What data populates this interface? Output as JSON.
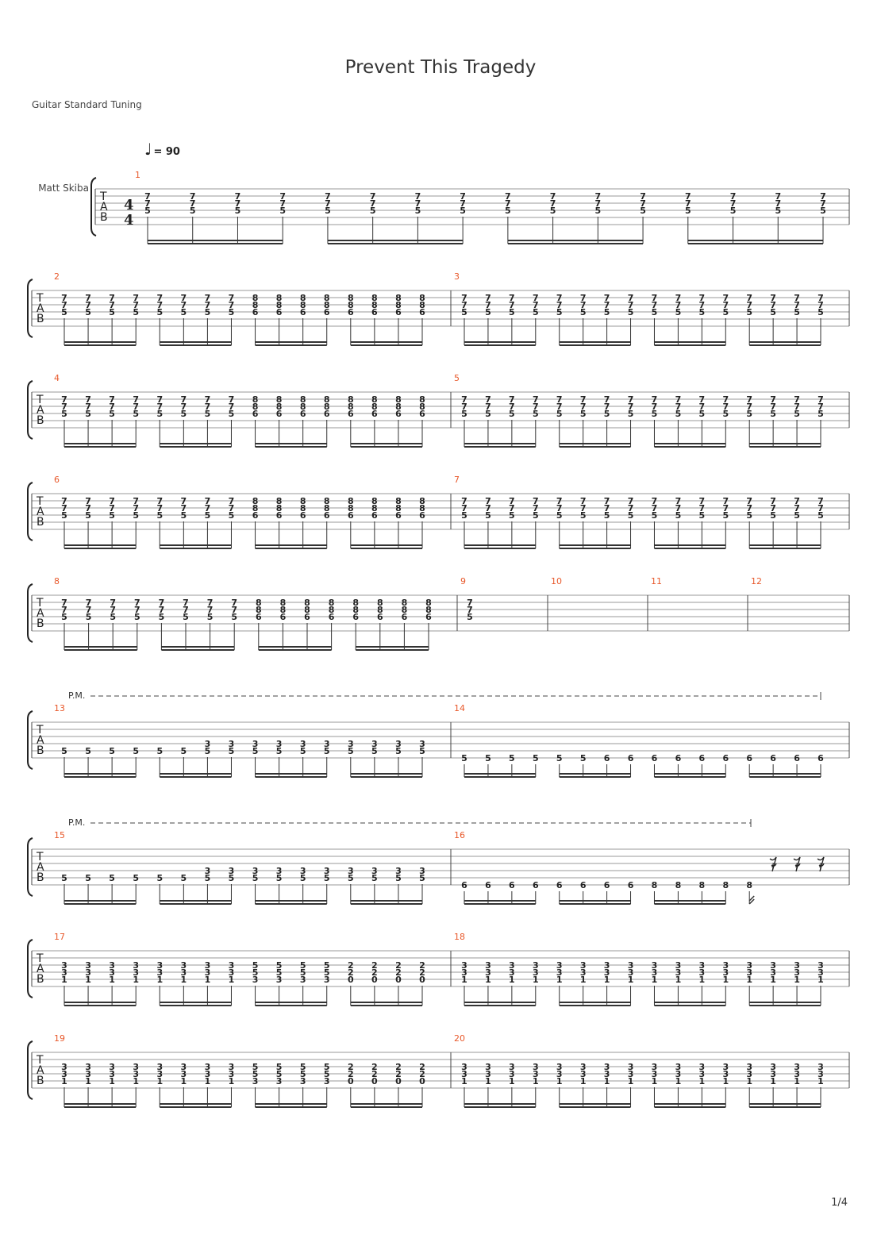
{
  "title": "Prevent This Tragedy",
  "tuning_label": "Guitar Standard Tuning",
  "tempo": {
    "note_glyph": "♩",
    "label": "= 90"
  },
  "instrument_name": "Matt Skiba",
  "time_signature": {
    "top": "4",
    "bottom": "4"
  },
  "tab_letters": [
    "T",
    "A",
    "B"
  ],
  "palm_mute_label": "P.M.",
  "page_number": "1/4",
  "colors": {
    "measure_number": "#e8582a",
    "staff_line": "#888888",
    "ink": "#222222"
  },
  "measures": [
    {
      "n": "1",
      "chords": [
        [
          "7",
          "7",
          "5"
        ],
        [
          "7",
          "7",
          "5"
        ],
        [
          "7",
          "7",
          "5"
        ],
        [
          "7",
          "7",
          "5"
        ],
        [
          "7",
          "7",
          "5"
        ],
        [
          "7",
          "7",
          "5"
        ],
        [
          "7",
          "7",
          "5"
        ],
        [
          "7",
          "7",
          "5"
        ],
        [
          "7",
          "7",
          "5"
        ],
        [
          "7",
          "7",
          "5"
        ],
        [
          "7",
          "7",
          "5"
        ],
        [
          "7",
          "7",
          "5"
        ],
        [
          "7",
          "7",
          "5"
        ],
        [
          "7",
          "7",
          "5"
        ],
        [
          "7",
          "7",
          "5"
        ],
        [
          "7",
          "7",
          "5"
        ]
      ],
      "strings": [
        2,
        3,
        4
      ]
    },
    {
      "n": "2",
      "strings": [
        2,
        3,
        4
      ],
      "chords": [
        [
          "7",
          "7",
          "5"
        ],
        [
          "7",
          "7",
          "5"
        ],
        [
          "7",
          "7",
          "5"
        ],
        [
          "7",
          "7",
          "5"
        ],
        [
          "7",
          "7",
          "5"
        ],
        [
          "7",
          "7",
          "5"
        ],
        [
          "7",
          "7",
          "5"
        ],
        [
          "7",
          "7",
          "5"
        ],
        [
          "8",
          "8",
          "6"
        ],
        [
          "8",
          "8",
          "6"
        ],
        [
          "8",
          "8",
          "6"
        ],
        [
          "8",
          "8",
          "6"
        ],
        [
          "8",
          "8",
          "6"
        ],
        [
          "8",
          "8",
          "6"
        ],
        [
          "8",
          "8",
          "6"
        ],
        [
          "8",
          "8",
          "6"
        ]
      ]
    },
    {
      "n": "3",
      "strings": [
        2,
        3,
        4
      ],
      "chords": [
        [
          "7",
          "7",
          "5"
        ],
        [
          "7",
          "7",
          "5"
        ],
        [
          "7",
          "7",
          "5"
        ],
        [
          "7",
          "7",
          "5"
        ],
        [
          "7",
          "7",
          "5"
        ],
        [
          "7",
          "7",
          "5"
        ],
        [
          "7",
          "7",
          "5"
        ],
        [
          "7",
          "7",
          "5"
        ],
        [
          "7",
          "7",
          "5"
        ],
        [
          "7",
          "7",
          "5"
        ],
        [
          "7",
          "7",
          "5"
        ],
        [
          "7",
          "7",
          "5"
        ],
        [
          "7",
          "7",
          "5"
        ],
        [
          "7",
          "7",
          "5"
        ],
        [
          "7",
          "7",
          "5"
        ],
        [
          "7",
          "7",
          "5"
        ]
      ]
    },
    {
      "n": "4",
      "strings": [
        2,
        3,
        4
      ],
      "chords": [
        [
          "7",
          "7",
          "5"
        ],
        [
          "7",
          "7",
          "5"
        ],
        [
          "7",
          "7",
          "5"
        ],
        [
          "7",
          "7",
          "5"
        ],
        [
          "7",
          "7",
          "5"
        ],
        [
          "7",
          "7",
          "5"
        ],
        [
          "7",
          "7",
          "5"
        ],
        [
          "7",
          "7",
          "5"
        ],
        [
          "8",
          "8",
          "6"
        ],
        [
          "8",
          "8",
          "6"
        ],
        [
          "8",
          "8",
          "6"
        ],
        [
          "8",
          "8",
          "6"
        ],
        [
          "8",
          "8",
          "6"
        ],
        [
          "8",
          "8",
          "6"
        ],
        [
          "8",
          "8",
          "6"
        ],
        [
          "8",
          "8",
          "6"
        ]
      ]
    },
    {
      "n": "5",
      "strings": [
        2,
        3,
        4
      ],
      "chords": [
        [
          "7",
          "7",
          "5"
        ],
        [
          "7",
          "7",
          "5"
        ],
        [
          "7",
          "7",
          "5"
        ],
        [
          "7",
          "7",
          "5"
        ],
        [
          "7",
          "7",
          "5"
        ],
        [
          "7",
          "7",
          "5"
        ],
        [
          "7",
          "7",
          "5"
        ],
        [
          "7",
          "7",
          "5"
        ],
        [
          "7",
          "7",
          "5"
        ],
        [
          "7",
          "7",
          "5"
        ],
        [
          "7",
          "7",
          "5"
        ],
        [
          "7",
          "7",
          "5"
        ],
        [
          "7",
          "7",
          "5"
        ],
        [
          "7",
          "7",
          "5"
        ],
        [
          "7",
          "7",
          "5"
        ],
        [
          "7",
          "7",
          "5"
        ]
      ]
    },
    {
      "n": "6",
      "strings": [
        2,
        3,
        4
      ],
      "chords": [
        [
          "7",
          "7",
          "5"
        ],
        [
          "7",
          "7",
          "5"
        ],
        [
          "7",
          "7",
          "5"
        ],
        [
          "7",
          "7",
          "5"
        ],
        [
          "7",
          "7",
          "5"
        ],
        [
          "7",
          "7",
          "5"
        ],
        [
          "7",
          "7",
          "5"
        ],
        [
          "7",
          "7",
          "5"
        ],
        [
          "8",
          "8",
          "6"
        ],
        [
          "8",
          "8",
          "6"
        ],
        [
          "8",
          "8",
          "6"
        ],
        [
          "8",
          "8",
          "6"
        ],
        [
          "8",
          "8",
          "6"
        ],
        [
          "8",
          "8",
          "6"
        ],
        [
          "8",
          "8",
          "6"
        ],
        [
          "8",
          "8",
          "6"
        ]
      ]
    },
    {
      "n": "7",
      "strings": [
        2,
        3,
        4
      ],
      "chords": [
        [
          "7",
          "7",
          "5"
        ],
        [
          "7",
          "7",
          "5"
        ],
        [
          "7",
          "7",
          "5"
        ],
        [
          "7",
          "7",
          "5"
        ],
        [
          "7",
          "7",
          "5"
        ],
        [
          "7",
          "7",
          "5"
        ],
        [
          "7",
          "7",
          "5"
        ],
        [
          "7",
          "7",
          "5"
        ],
        [
          "7",
          "7",
          "5"
        ],
        [
          "7",
          "7",
          "5"
        ],
        [
          "7",
          "7",
          "5"
        ],
        [
          "7",
          "7",
          "5"
        ],
        [
          "7",
          "7",
          "5"
        ],
        [
          "7",
          "7",
          "5"
        ],
        [
          "7",
          "7",
          "5"
        ],
        [
          "7",
          "7",
          "5"
        ]
      ]
    },
    {
      "n": "8",
      "strings": [
        2,
        3,
        4
      ],
      "chords": [
        [
          "7",
          "7",
          "5"
        ],
        [
          "7",
          "7",
          "5"
        ],
        [
          "7",
          "7",
          "5"
        ],
        [
          "7",
          "7",
          "5"
        ],
        [
          "7",
          "7",
          "5"
        ],
        [
          "7",
          "7",
          "5"
        ],
        [
          "7",
          "7",
          "5"
        ],
        [
          "7",
          "7",
          "5"
        ],
        [
          "8",
          "8",
          "6"
        ],
        [
          "8",
          "8",
          "6"
        ],
        [
          "8",
          "8",
          "6"
        ],
        [
          "8",
          "8",
          "6"
        ],
        [
          "8",
          "8",
          "6"
        ],
        [
          "8",
          "8",
          "6"
        ],
        [
          "8",
          "8",
          "6"
        ],
        [
          "8",
          "8",
          "6"
        ]
      ]
    },
    {
      "n": "9",
      "strings": [
        2,
        3,
        4
      ],
      "chords": [
        [
          "7",
          "7",
          "5"
        ]
      ]
    },
    {
      "n": "10",
      "strings": [],
      "chords": []
    },
    {
      "n": "11",
      "strings": [],
      "chords": []
    },
    {
      "n": "12",
      "strings": [],
      "chords": []
    },
    {
      "n": "13",
      "chords": [
        [
          "",
          "5"
        ],
        [
          "",
          "5"
        ],
        [
          "",
          "5"
        ],
        [
          "",
          "5"
        ],
        [
          "",
          "5"
        ],
        [
          "",
          "5"
        ],
        [
          "3",
          "5"
        ],
        [
          "3",
          "5"
        ],
        [
          "3",
          "5"
        ],
        [
          "3",
          "5"
        ],
        [
          "3",
          "5"
        ],
        [
          "3",
          "5"
        ],
        [
          "3",
          "5"
        ],
        [
          "3",
          "5"
        ],
        [
          "3",
          "5"
        ],
        [
          "3",
          "5"
        ]
      ],
      "strings": [
        4,
        5
      ]
    },
    {
      "n": "14",
      "strings": [
        6
      ],
      "chords": [
        [
          "5"
        ],
        [
          "5"
        ],
        [
          "5"
        ],
        [
          "5"
        ],
        [
          "5"
        ],
        [
          "5"
        ],
        [
          "6"
        ],
        [
          "6"
        ],
        [
          "6"
        ],
        [
          "6"
        ],
        [
          "6"
        ],
        [
          "6"
        ],
        [
          "6"
        ],
        [
          "6"
        ],
        [
          "6"
        ],
        [
          "6"
        ]
      ]
    },
    {
      "n": "15",
      "strings": [
        4,
        5
      ],
      "chords": [
        [
          "",
          "5"
        ],
        [
          "",
          "5"
        ],
        [
          "",
          "5"
        ],
        [
          "",
          "5"
        ],
        [
          "",
          "5"
        ],
        [
          "",
          "5"
        ],
        [
          "3",
          "5"
        ],
        [
          "3",
          "5"
        ],
        [
          "3",
          "5"
        ],
        [
          "3",
          "5"
        ],
        [
          "3",
          "5"
        ],
        [
          "3",
          "5"
        ],
        [
          "3",
          "5"
        ],
        [
          "3",
          "5"
        ],
        [
          "3",
          "5"
        ],
        [
          "3",
          "5"
        ]
      ]
    },
    {
      "n": "16",
      "strings": [
        6
      ],
      "chords": [
        [
          "6"
        ],
        [
          "6"
        ],
        [
          "6"
        ],
        [
          "6"
        ],
        [
          "6"
        ],
        [
          "6"
        ],
        [
          "6"
        ],
        [
          "6"
        ],
        [
          "8"
        ],
        [
          "8"
        ],
        [
          "8"
        ],
        [
          "8"
        ],
        [
          "8"
        ]
      ],
      "rests": 3
    },
    {
      "n": "17",
      "strings": [
        3,
        4,
        5
      ],
      "chords": [
        [
          "3",
          "3",
          "1"
        ],
        [
          "3",
          "3",
          "1"
        ],
        [
          "3",
          "3",
          "1"
        ],
        [
          "3",
          "3",
          "1"
        ],
        [
          "3",
          "3",
          "1"
        ],
        [
          "3",
          "3",
          "1"
        ],
        [
          "3",
          "3",
          "1"
        ],
        [
          "3",
          "3",
          "1"
        ],
        [
          "5",
          "5",
          "3"
        ],
        [
          "5",
          "5",
          "3"
        ],
        [
          "5",
          "5",
          "3"
        ],
        [
          "5",
          "5",
          "3"
        ],
        [
          "2",
          "2",
          "0"
        ],
        [
          "2",
          "2",
          "0"
        ],
        [
          "2",
          "2",
          "0"
        ],
        [
          "2",
          "2",
          "0"
        ]
      ]
    },
    {
      "n": "18",
      "strings": [
        3,
        4,
        5
      ],
      "chords": [
        [
          "3",
          "3",
          "1"
        ],
        [
          "3",
          "3",
          "1"
        ],
        [
          "3",
          "3",
          "1"
        ],
        [
          "3",
          "3",
          "1"
        ],
        [
          "3",
          "3",
          "1"
        ],
        [
          "3",
          "3",
          "1"
        ],
        [
          "3",
          "3",
          "1"
        ],
        [
          "3",
          "3",
          "1"
        ],
        [
          "3",
          "3",
          "1"
        ],
        [
          "3",
          "3",
          "1"
        ],
        [
          "3",
          "3",
          "1"
        ],
        [
          "3",
          "3",
          "1"
        ],
        [
          "3",
          "3",
          "1"
        ],
        [
          "3",
          "3",
          "1"
        ],
        [
          "3",
          "3",
          "1"
        ],
        [
          "3",
          "3",
          "1"
        ]
      ]
    },
    {
      "n": "19",
      "strings": [
        3,
        4,
        5
      ],
      "chords": [
        [
          "3",
          "3",
          "1"
        ],
        [
          "3",
          "3",
          "1"
        ],
        [
          "3",
          "3",
          "1"
        ],
        [
          "3",
          "3",
          "1"
        ],
        [
          "3",
          "3",
          "1"
        ],
        [
          "3",
          "3",
          "1"
        ],
        [
          "3",
          "3",
          "1"
        ],
        [
          "3",
          "3",
          "1"
        ],
        [
          "5",
          "5",
          "3"
        ],
        [
          "5",
          "5",
          "3"
        ],
        [
          "5",
          "5",
          "3"
        ],
        [
          "5",
          "5",
          "3"
        ],
        [
          "2",
          "2",
          "0"
        ],
        [
          "2",
          "2",
          "0"
        ],
        [
          "2",
          "2",
          "0"
        ],
        [
          "2",
          "2",
          "0"
        ]
      ]
    },
    {
      "n": "20",
      "strings": [
        3,
        4,
        5
      ],
      "chords": [
        [
          "3",
          "3",
          "1"
        ],
        [
          "3",
          "3",
          "1"
        ],
        [
          "3",
          "3",
          "1"
        ],
        [
          "3",
          "3",
          "1"
        ],
        [
          "3",
          "3",
          "1"
        ],
        [
          "3",
          "3",
          "1"
        ],
        [
          "3",
          "3",
          "1"
        ],
        [
          "3",
          "3",
          "1"
        ],
        [
          "3",
          "3",
          "1"
        ],
        [
          "3",
          "3",
          "1"
        ],
        [
          "3",
          "3",
          "1"
        ],
        [
          "3",
          "3",
          "1"
        ],
        [
          "3",
          "3",
          "1"
        ],
        [
          "3",
          "3",
          "1"
        ],
        [
          "3",
          "3",
          "1"
        ],
        [
          "3",
          "3",
          "1"
        ]
      ]
    }
  ]
}
